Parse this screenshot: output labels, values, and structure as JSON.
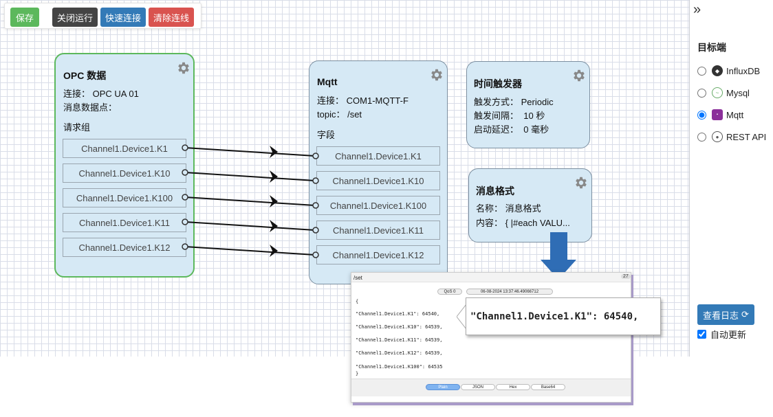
{
  "toolbar": {
    "save": "保存",
    "stop": "关闭运行",
    "quick_connect": "快速连接",
    "clear_wires": "清除连线"
  },
  "opc_card": {
    "title": "OPC 数据",
    "connect_label": "连接：",
    "connect_value": "OPC UA 01",
    "points_label": "消息数据点：",
    "group_label": "请求组",
    "fields": [
      "Channel1.Device1.K1",
      "Channel1.Device1.K10",
      "Channel1.Device1.K100",
      "Channel1.Device1.K11",
      "Channel1.Device1.K12"
    ]
  },
  "mqtt_card": {
    "title": "Mqtt",
    "connect_label": "连接：",
    "connect_value": "COM1-MQTT-F",
    "topic_label": "topic：",
    "topic_value": "/set",
    "fields_label": "字段",
    "fields": [
      "Channel1.Device1.K1",
      "Channel1.Device1.K10",
      "Channel1.Device1.K100",
      "Channel1.Device1.K11",
      "Channel1.Device1.K12"
    ]
  },
  "trigger_card": {
    "title": "时间触发器",
    "mode_label": "触发方式：",
    "mode_value": "Periodic",
    "interval_label": "触发间隔：",
    "interval_value": "10 秒",
    "delay_label": "启动延迟：",
    "delay_value": "0 毫秒"
  },
  "format_card": {
    "title": "消息格式",
    "name_label": "名称：",
    "name_value": "消息格式",
    "content_label": "内容：",
    "content_value": "{ |#each VALU..."
  },
  "sidebar": {
    "collapse_icon": "»",
    "section_title": "目标端",
    "options": [
      {
        "label": "InfluxDB",
        "icon": "influxdb-icon",
        "checked": false
      },
      {
        "label": "Mysql",
        "icon": "mysql-icon",
        "checked": false
      },
      {
        "label": "Mqtt",
        "icon": "mqtt-icon",
        "checked": true
      },
      {
        "label": "REST API",
        "icon": "rest-api-icon",
        "checked": false
      }
    ],
    "log_button": "查看日志",
    "auto_refresh": "自动更新"
  },
  "popup": {
    "topic": "/set",
    "count": "27",
    "qos": "QoS 0",
    "timestamp": "06-08-2024  13:37:46.49066712",
    "json_lines": [
      "{",
      "\"Channel1.Device1.K1\": 64540,",
      "\"Channel1.Device1.K10\": 64539,",
      "\"Channel1.Device1.K11\": 64539,",
      "\"Channel1.Device1.K12\": 64539,",
      "\"Channel1.Device1.K100\": 64535",
      "}"
    ],
    "formats": [
      "Plain",
      "JSON",
      "Hex",
      "Base64"
    ],
    "selected_format": "Plain"
  },
  "callout": {
    "text": "\"Channel1.Device1.K1\": 64540,"
  },
  "colors": {
    "save": "#5cb85c",
    "stop": "#444444",
    "quick_connect": "#337ab7",
    "clear_wires": "#d9534f",
    "opc_border": "#5cb85c",
    "card_bg": "#d6e9f5",
    "arrow": "#2f6db5"
  }
}
